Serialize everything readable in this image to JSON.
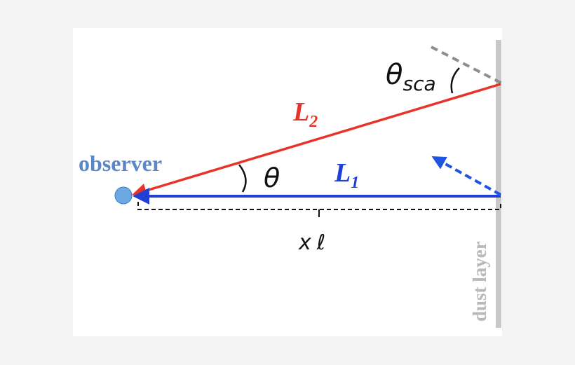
{
  "labels": {
    "observer": "observer",
    "l2_letter": "L",
    "l2_sub": "2",
    "l1_letter": "L",
    "l1_sub": "1",
    "theta": "θ",
    "theta_sca": "θ",
    "theta_sca_sub": "sca",
    "distance_x": "x",
    "distance_ell": "ℓ",
    "dust_layer": "dust layer"
  },
  "colors": {
    "background": "#f3f3f3",
    "panel": "#ffffff",
    "red_ray": "#e8332a",
    "blue_ray": "#1f3fd6",
    "blue_dashed": "#1f55e0",
    "observer_fill": "#6aa7e3",
    "observer_label": "#5b87c8",
    "dust_layer": "#c8c8c8",
    "gray_dashed": "#8e8e8e",
    "text": "#111111"
  }
}
